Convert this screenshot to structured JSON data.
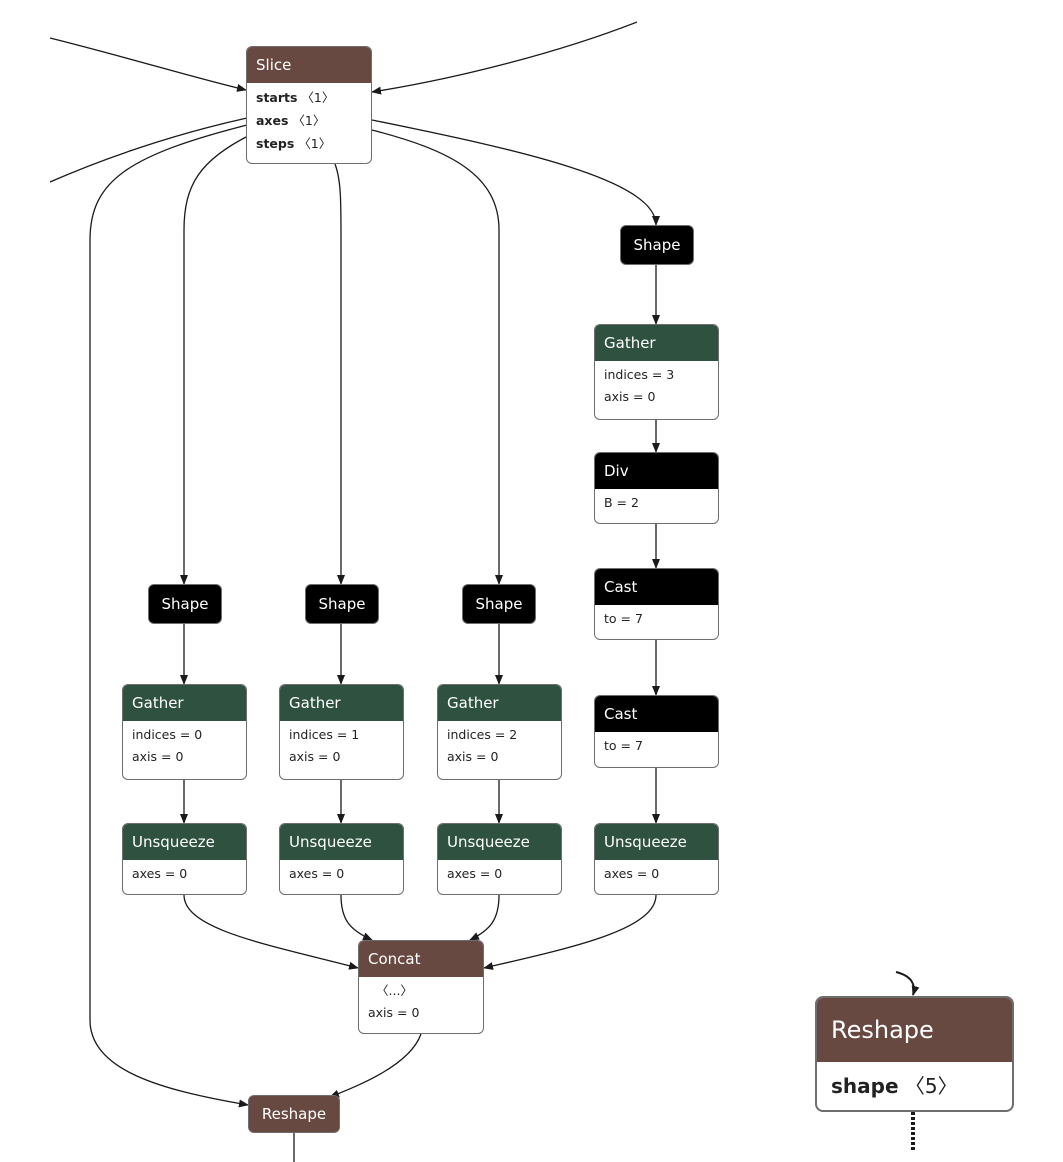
{
  "nodes": {
    "slice": {
      "title": "Slice",
      "attrs": [
        {
          "k": "starts",
          "v": "〈1〉"
        },
        {
          "k": "axes",
          "v": "〈1〉"
        },
        {
          "k": "steps",
          "v": "〈1〉"
        }
      ]
    },
    "shape_r": {
      "title": "Shape"
    },
    "gather_r": {
      "title": "Gather",
      "attrs": [
        "indices = 3",
        "axis = 0"
      ]
    },
    "div": {
      "title": "Div",
      "attrs": [
        "B = 2"
      ]
    },
    "cast1": {
      "title": "Cast",
      "attrs": [
        "to = 7"
      ]
    },
    "cast2": {
      "title": "Cast",
      "attrs": [
        "to = 7"
      ]
    },
    "shape1": {
      "title": "Shape"
    },
    "shape2": {
      "title": "Shape"
    },
    "shape3": {
      "title": "Shape"
    },
    "gather1": {
      "title": "Gather",
      "attrs": [
        "indices = 0",
        "axis = 0"
      ]
    },
    "gather2": {
      "title": "Gather",
      "attrs": [
        "indices = 1",
        "axis = 0"
      ]
    },
    "gather3": {
      "title": "Gather",
      "attrs": [
        "indices = 2",
        "axis = 0"
      ]
    },
    "unsq1": {
      "title": "Unsqueeze",
      "attrs": [
        "axes = 0"
      ]
    },
    "unsq2": {
      "title": "Unsqueeze",
      "attrs": [
        "axes = 0"
      ]
    },
    "unsq3": {
      "title": "Unsqueeze",
      "attrs": [
        "axes = 0"
      ]
    },
    "unsq4": {
      "title": "Unsqueeze",
      "attrs": [
        "axes = 0"
      ]
    },
    "concat": {
      "title": "Concat",
      "attrs": [
        "〈...〉",
        "axis = 0"
      ]
    },
    "reshape": {
      "title": "Reshape"
    }
  },
  "zoom_inset": {
    "title": "Reshape",
    "attr_key": "shape",
    "attr_val": "〈5〉"
  },
  "colors": {
    "operator_dark": "#000000",
    "operator_green": "#2e5140",
    "operator_brown": "#684941",
    "edge": "#1a1a1a"
  }
}
